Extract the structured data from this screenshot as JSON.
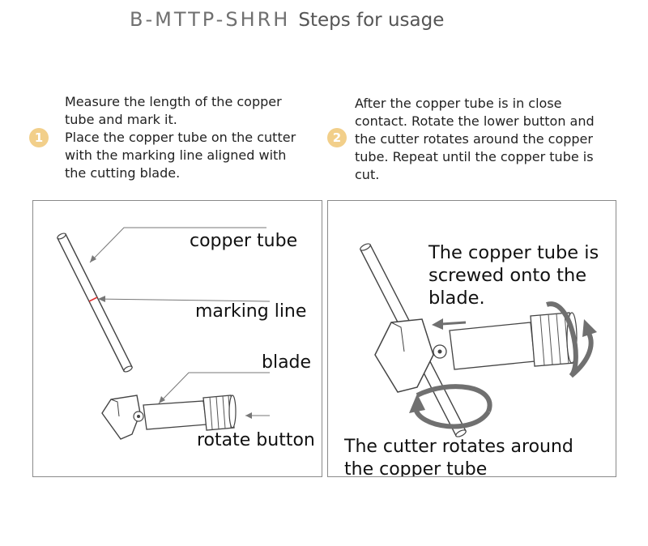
{
  "header": {
    "model": "B-MTTP-SHRH",
    "title": "Steps for usage"
  },
  "steps": [
    {
      "number": "1",
      "lines": [
        "Measure the length of the copper",
        "tube and mark it.",
        "Place the copper tube on the cutter",
        "with the marking line aligned with",
        "the cutting blade."
      ]
    },
    {
      "number": "2",
      "lines": [
        "After the copper tube is in close",
        "contact. Rotate the lower button and",
        "the cutter rotates around the copper",
        "tube. Repeat until the copper tube is",
        "cut."
      ]
    }
  ],
  "panel1": {
    "labels": {
      "copper_tube": "copper tube",
      "marking_line": "marking line",
      "blade": "blade",
      "rotate_button": "rotate button"
    }
  },
  "panel2": {
    "labels": {
      "screwed_line1": "The copper tube is",
      "screwed_line2": "screwed onto the",
      "screwed_line3": "blade.",
      "rotates_line1": "The cutter rotates around",
      "rotates_line2": "the copper tube"
    }
  },
  "colors": {
    "step_badge": "#f2cf8a",
    "marking": "#e03030",
    "arrow_grey": "#707070"
  },
  "icons": [
    "step-1-badge-icon",
    "step-2-badge-icon",
    "rotation-arrow-icon",
    "direction-arrow-icon"
  ]
}
